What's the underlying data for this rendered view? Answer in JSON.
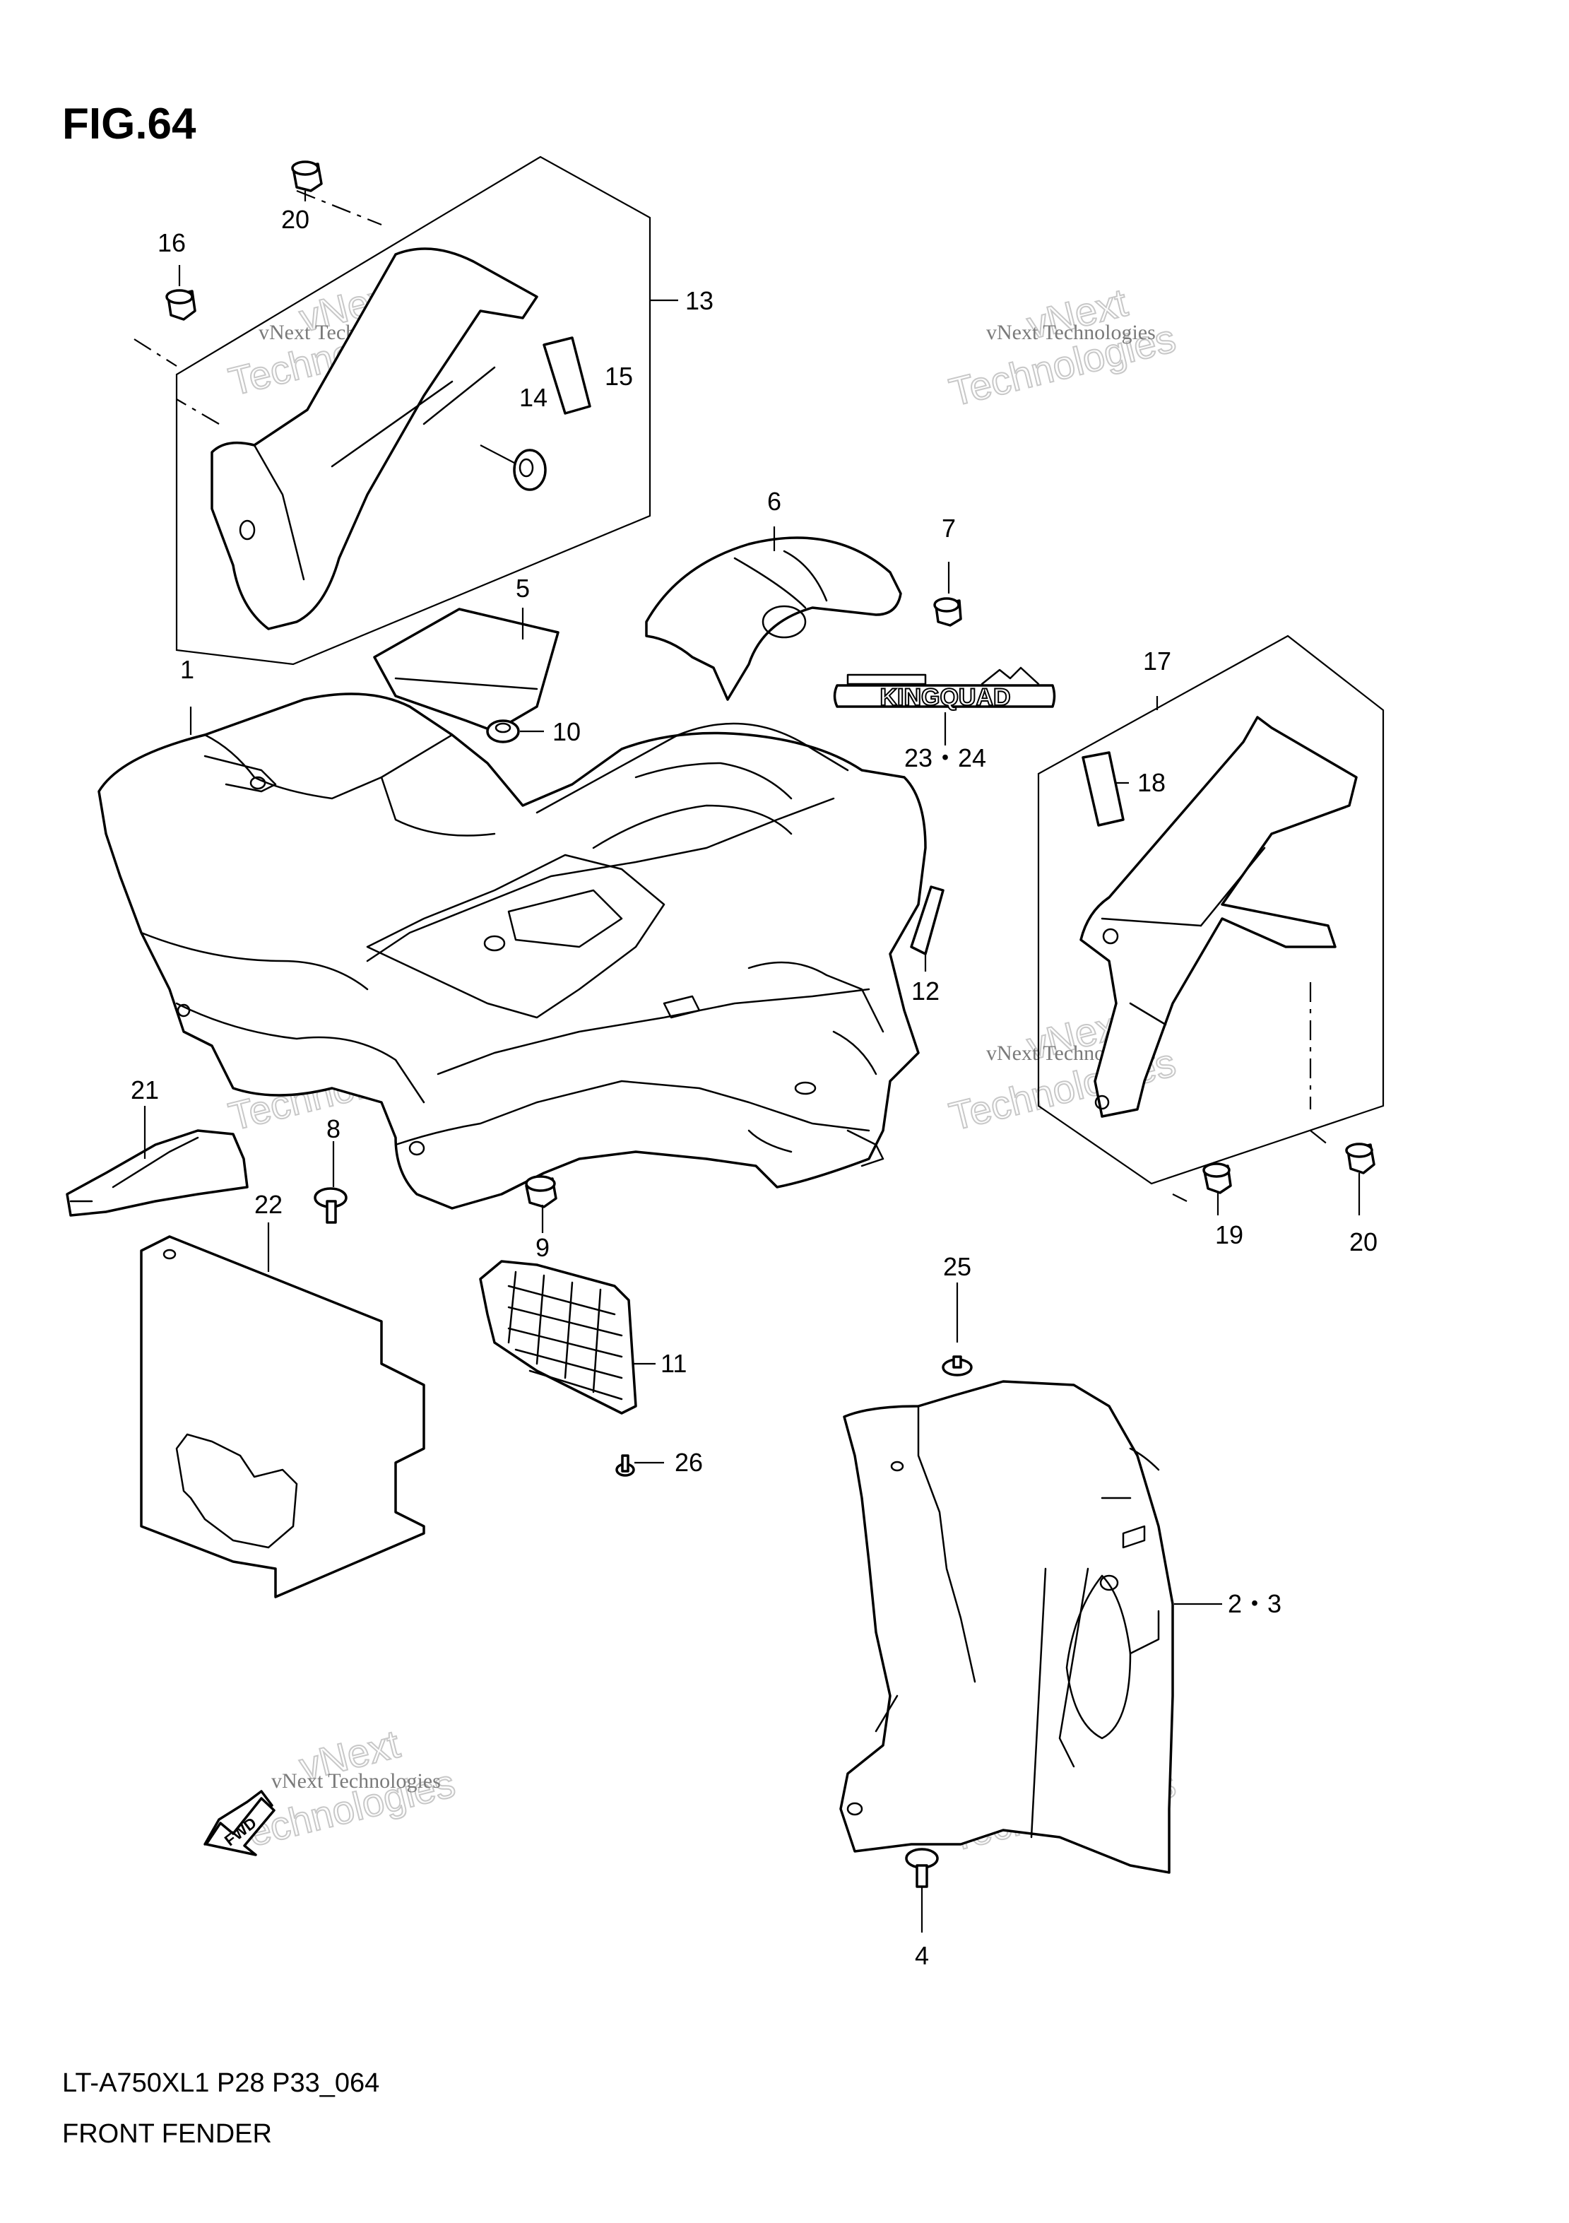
{
  "figure": {
    "number": "FIG.64",
    "model_code": "LT-A750XL1 P28 P33_064",
    "title": "FRONT FENDER"
  },
  "watermark": {
    "line1": "vNext Technologies",
    "line2": "vNext",
    "line3": "Technologies"
  },
  "decal_text": "KINGQUAD",
  "fwd_label": "FWD",
  "callouts": {
    "c1": "1",
    "c2_3": "2・3",
    "c4": "4",
    "c5": "5",
    "c6": "6",
    "c7": "7",
    "c8": "8",
    "c9": "9",
    "c10": "10",
    "c11": "11",
    "c12": "12",
    "c13": "13",
    "c14": "14",
    "c15": "15",
    "c16": "16",
    "c17": "17",
    "c18": "18",
    "c19": "19",
    "c20_top": "20",
    "c20_right": "20",
    "c21": "21",
    "c22": "22",
    "c23_24": "23・24",
    "c25": "25",
    "c26": "26"
  }
}
